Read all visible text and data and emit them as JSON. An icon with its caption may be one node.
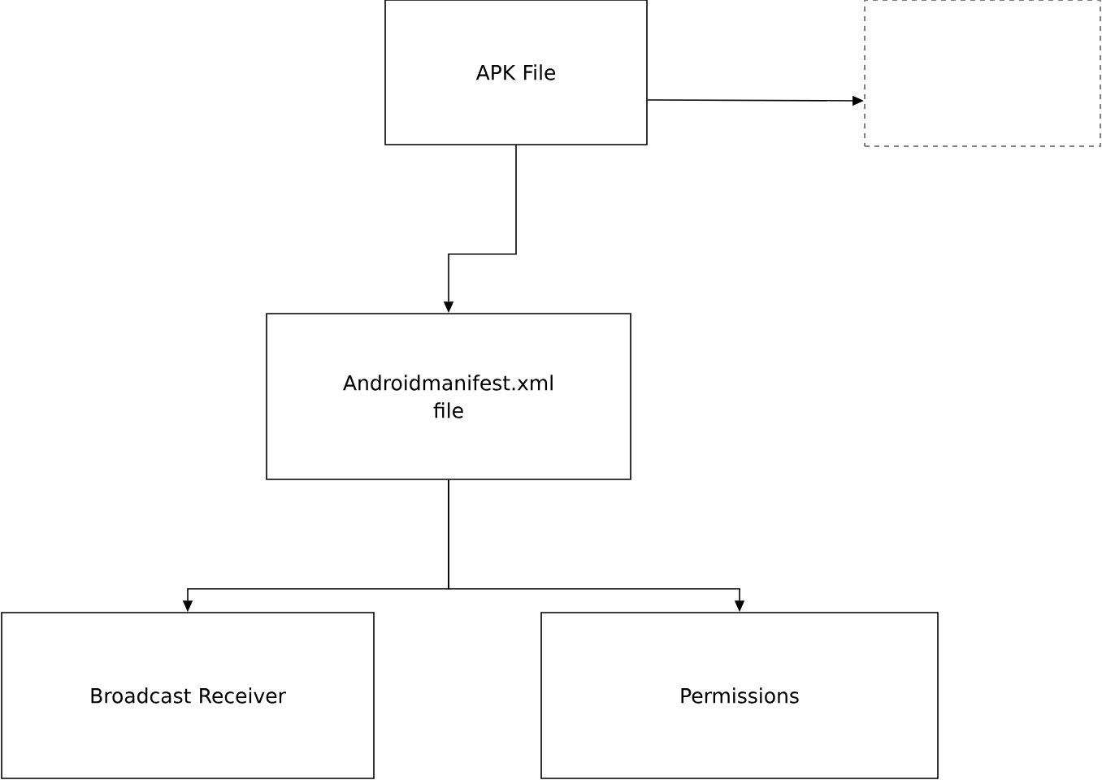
{
  "diagram": {
    "nodes": [
      {
        "text": [
          "APK File"
        ]
      },
      {
        "text": [],
        "shape": "box"
      },
      {
        "text": [
          "Androidmanifest.xml file"
        ]
      },
      {
        "text": [
          "Broadcast Receiver"
        ]
      },
      {
        "text": [
          "Permissions"
        ]
      }
    ],
    "edges": [
      {
        "from": 0,
        "to": 1,
        "arrow": "to"
      },
      {
        "from": 0,
        "to": 2,
        "arrow": "to"
      },
      {
        "from": 2,
        "to": 3,
        "arrow": "to"
      },
      {
        "from": 2,
        "to": 4,
        "arrow": "to"
      }
    ]
  }
}
